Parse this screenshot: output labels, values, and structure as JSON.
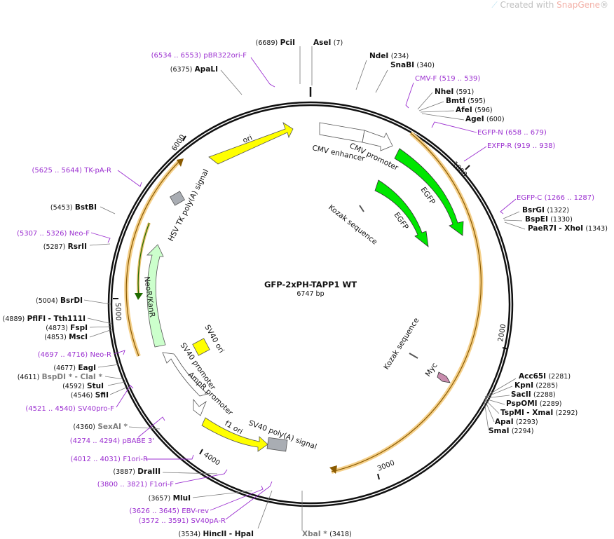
{
  "watermark": {
    "prefix": "Created with ",
    "brand": "SnapGene",
    "reg": "®"
  },
  "plasmid": {
    "name": "GFP-2xPH-TAPP1 WT",
    "length": "6747 bp"
  },
  "colors": {
    "backbone": "#111111",
    "primer": "#9b2fd0",
    "egfp": "#00e600",
    "ori": "#ffff00",
    "neo": "#ccffcc",
    "orf": "#f5a623",
    "grayFeature": "#a9adb3",
    "myc": "#c88cae"
  },
  "ticks": [
    "1000",
    "2000",
    "3000",
    "4000",
    "5000",
    "6000"
  ],
  "features": [
    "ori",
    "CMV enhancer",
    "CMV promoter",
    "EGFP",
    "EGFP",
    "Kozak sequence",
    "Kozak sequence",
    "Myc",
    "SV40 poly(A) signal",
    "f1 ori",
    "AmpR promoter",
    "SV40 promoter",
    "SV40 ori",
    "NeoR/KanR",
    "HSV TK poly(A) signal"
  ],
  "sites": [
    {
      "name": "PciI",
      "pos": "(6689)"
    },
    {
      "name": "AseI",
      "pos": "(7)"
    },
    {
      "name": "NdeI",
      "pos": "(234)"
    },
    {
      "name": "SnaBI",
      "pos": "(340)"
    },
    {
      "name": "NheI",
      "pos": "(591)"
    },
    {
      "name": "BmtI",
      "pos": "(595)"
    },
    {
      "name": "AfeI",
      "pos": "(596)"
    },
    {
      "name": "AgeI",
      "pos": "(600)"
    },
    {
      "name": "BsrGI",
      "pos": "(1322)"
    },
    {
      "name": "BspEI",
      "pos": "(1330)"
    },
    {
      "name": "PaeR7I",
      "sep": "- XhoI",
      "pos": "(1343)"
    },
    {
      "name": "Acc65I",
      "pos": "(2281)"
    },
    {
      "name": "KpnI",
      "pos": "(2285)"
    },
    {
      "name": "SacII",
      "pos": "(2288)"
    },
    {
      "name": "PspOMI",
      "pos": "(2289)"
    },
    {
      "name": "TspMI",
      "sep": "- XmaI",
      "pos": "(2292)"
    },
    {
      "name": "ApaI",
      "pos": "(2293)"
    },
    {
      "name": "SmaI",
      "pos": "(2294)"
    },
    {
      "name": "XbaI *",
      "pos": "(3418)"
    },
    {
      "name": "HincII",
      "sep": "- HpaI",
      "pos": "(3534)"
    },
    {
      "name": "MluI",
      "pos": "(3657)"
    },
    {
      "name": "DraIII",
      "pos": "(3887)"
    },
    {
      "name": "SexAI *",
      "pos": "(4360)"
    },
    {
      "name": "SfiI",
      "pos": "(4546)"
    },
    {
      "name": "StuI",
      "pos": "(4592)"
    },
    {
      "name": "BspDI *",
      "sep": "- ClaI *",
      "pos": "(4611)"
    },
    {
      "name": "EagI",
      "pos": "(4677)"
    },
    {
      "name": "MscI",
      "pos": "(4853)"
    },
    {
      "name": "FspI",
      "pos": "(4873)"
    },
    {
      "name": "PflFI",
      "sep": "- Tth111I",
      "pos": "(4889)"
    },
    {
      "name": "BsrDI",
      "pos": "(5004)"
    },
    {
      "name": "RsrII",
      "pos": "(5287)"
    },
    {
      "name": "BstBI",
      "pos": "(5453)"
    },
    {
      "name": "ApaLI",
      "pos": "(6375)"
    }
  ],
  "primers": [
    {
      "name": "pBR322ori-F",
      "range": "(6534 .. 6553)"
    },
    {
      "name": "CMV-F",
      "range": "(519 .. 539)"
    },
    {
      "name": "EGFP-N",
      "range": "(658 .. 679)"
    },
    {
      "name": "EXFP-R",
      "range": "(919 .. 938)"
    },
    {
      "name": "EGFP-C",
      "range": "(1266 .. 1287)"
    },
    {
      "name": "EBV-rev",
      "range": "(3626 .. 3645)"
    },
    {
      "name": "SV40pA-R",
      "range": "(3572 .. 3591)"
    },
    {
      "name": "F1ori-F",
      "range": "(3800 .. 3821)"
    },
    {
      "name": "F1ori-R",
      "range": "(4012 .. 4031)"
    },
    {
      "name": "pBABE 3'",
      "range": "(4274 .. 4294)"
    },
    {
      "name": "SV40pro-F",
      "range": "(4521 .. 4540)"
    },
    {
      "name": "Neo-R",
      "range": "(4697 .. 4716)"
    },
    {
      "name": "Neo-F",
      "range": "(5307 .. 5326)"
    },
    {
      "name": "TK-pA-R",
      "range": "(5625 .. 5644)"
    }
  ]
}
